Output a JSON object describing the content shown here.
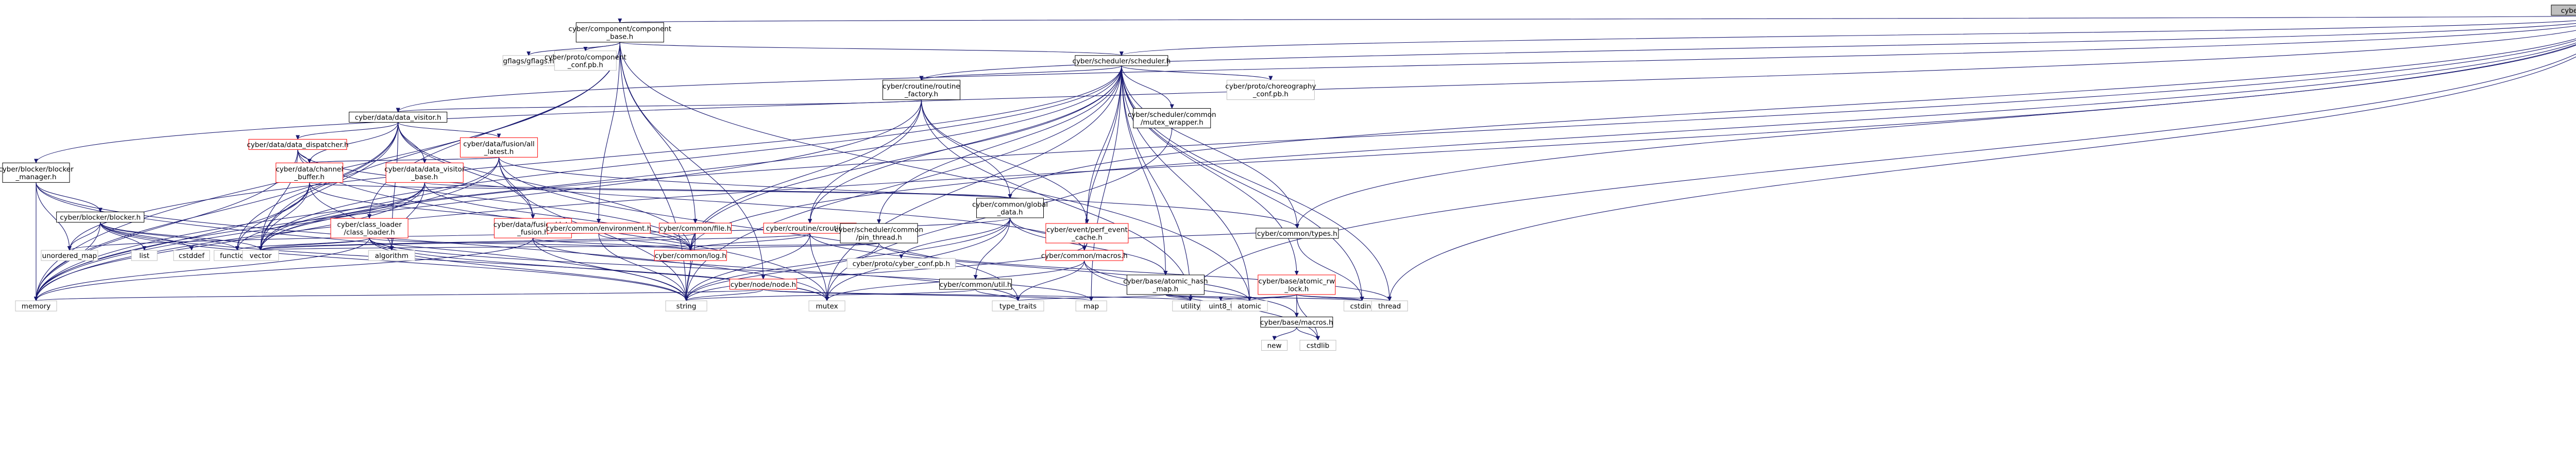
{
  "colors": {
    "edge": "#191970",
    "node_border_default": "#000000",
    "node_border_linked": "#ff0000",
    "node_border_external": "#bfbfbf",
    "node_fill_default": "#ffffff",
    "node_fill_root": "#bfbfbf"
  },
  "nodes": [
    {
      "id": "component",
      "lines": [
        "cyber/component/component.h"
      ],
      "style": "root"
    },
    {
      "id": "component_base",
      "lines": [
        "cyber/component/component",
        "_base.h"
      ],
      "style": "normal"
    },
    {
      "id": "scheduler",
      "lines": [
        "cyber/scheduler/scheduler.h"
      ],
      "style": "normal"
    },
    {
      "id": "gflags",
      "lines": [
        "gflags/gflags.h"
      ],
      "style": "external"
    },
    {
      "id": "comp_conf_pb",
      "lines": [
        "cyber/proto/component",
        "_conf.pb.h"
      ],
      "style": "external"
    },
    {
      "id": "routine_factory",
      "lines": [
        "cyber/croutine/routine",
        "_factory.h"
      ],
      "style": "normal"
    },
    {
      "id": "choreo_pb",
      "lines": [
        "cyber/proto/choreography",
        "_conf.pb.h"
      ],
      "style": "external"
    },
    {
      "id": "mutex_wrapper",
      "lines": [
        "cyber/scheduler/common",
        "/mutex_wrapper.h"
      ],
      "style": "normal"
    },
    {
      "id": "data_visitor",
      "lines": [
        "cyber/data/data_visitor.h"
      ],
      "style": "normal"
    },
    {
      "id": "blocker_manager",
      "lines": [
        "cyber/blocker/blocker",
        "_manager.h"
      ],
      "style": "normal"
    },
    {
      "id": "data_dispatcher",
      "lines": [
        "cyber/data/data_dispatcher.h"
      ],
      "style": "linked"
    },
    {
      "id": "all_latest",
      "lines": [
        "cyber/data/fusion/all",
        "_latest.h"
      ],
      "style": "linked"
    },
    {
      "id": "channel_buffer",
      "lines": [
        "cyber/data/channel",
        "_buffer.h"
      ],
      "style": "linked"
    },
    {
      "id": "data_visitor_base",
      "lines": [
        "cyber/data/data_visitor",
        "_base.h"
      ],
      "style": "linked"
    },
    {
      "id": "blocker",
      "lines": [
        "cyber/blocker/blocker.h"
      ],
      "style": "normal"
    },
    {
      "id": "class_loader",
      "lines": [
        "cyber/class_loader",
        "/class_loader.h"
      ],
      "style": "linked"
    },
    {
      "id": "data_fusion",
      "lines": [
        "cyber/data/fusion/data",
        "_fusion.h"
      ],
      "style": "linked"
    },
    {
      "id": "environment",
      "lines": [
        "cyber/common/environment.h"
      ],
      "style": "linked"
    },
    {
      "id": "common_file",
      "lines": [
        "cyber/common/file.h"
      ],
      "style": "linked"
    },
    {
      "id": "croutine",
      "lines": [
        "cyber/croutine/croutine.h"
      ],
      "style": "linked"
    },
    {
      "id": "pin_thread",
      "lines": [
        "cyber/scheduler/common",
        "/pin_thread.h"
      ],
      "style": "normal"
    },
    {
      "id": "global_data",
      "lines": [
        "cyber/common/global",
        "_data.h"
      ],
      "style": "normal"
    },
    {
      "id": "perf_event",
      "lines": [
        "cyber/event/perf_event",
        "_cache.h"
      ],
      "style": "linked"
    },
    {
      "id": "common_types",
      "lines": [
        "cyber/common/types.h"
      ],
      "style": "normal"
    },
    {
      "id": "common_log",
      "lines": [
        "cyber/common/log.h"
      ],
      "style": "linked"
    },
    {
      "id": "common_util",
      "lines": [
        "cyber/common/util.h"
      ],
      "style": "normal"
    },
    {
      "id": "node",
      "lines": [
        "cyber/node/node.h"
      ],
      "style": "linked"
    },
    {
      "id": "cyber_conf_pb",
      "lines": [
        "cyber/proto/cyber_conf.pb.h"
      ],
      "style": "external"
    },
    {
      "id": "common_macros",
      "lines": [
        "cyber/common/macros.h"
      ],
      "style": "linked"
    },
    {
      "id": "atomic_hash_map",
      "lines": [
        "cyber/base/atomic_hash",
        "_map.h"
      ],
      "style": "normal"
    },
    {
      "id": "atomic_rw_lock",
      "lines": [
        "cyber/base/atomic_rw",
        "_lock.h"
      ],
      "style": "linked"
    },
    {
      "id": "base_macros",
      "lines": [
        "cyber/base/macros.h"
      ],
      "style": "normal"
    },
    {
      "id": "unordered_map",
      "lines": [
        "unordered_map"
      ],
      "style": "external"
    },
    {
      "id": "list",
      "lines": [
        "list"
      ],
      "style": "external"
    },
    {
      "id": "cstddef",
      "lines": [
        "cstddef"
      ],
      "style": "external"
    },
    {
      "id": "functional",
      "lines": [
        "functional"
      ],
      "style": "external"
    },
    {
      "id": "vector",
      "lines": [
        "vector"
      ],
      "style": "external"
    },
    {
      "id": "algorithm",
      "lines": [
        "algorithm"
      ],
      "style": "external"
    },
    {
      "id": "memory",
      "lines": [
        "memory"
      ],
      "style": "external"
    },
    {
      "id": "string",
      "lines": [
        "string"
      ],
      "style": "external"
    },
    {
      "id": "mutex",
      "lines": [
        "mutex"
      ],
      "style": "external"
    },
    {
      "id": "type_traits",
      "lines": [
        "type_traits"
      ],
      "style": "external"
    },
    {
      "id": "map",
      "lines": [
        "map"
      ],
      "style": "external"
    },
    {
      "id": "utility",
      "lines": [
        "utility"
      ],
      "style": "external"
    },
    {
      "id": "uint8_t",
      "lines": [
        "uint8_t"
      ],
      "style": "external"
    },
    {
      "id": "atomic",
      "lines": [
        "atomic"
      ],
      "style": "external"
    },
    {
      "id": "cstdint",
      "lines": [
        "cstdint"
      ],
      "style": "external"
    },
    {
      "id": "thread",
      "lines": [
        "thread"
      ],
      "style": "external"
    },
    {
      "id": "new",
      "lines": [
        "new"
      ],
      "style": "external"
    },
    {
      "id": "cstdlib",
      "lines": [
        "cstdlib"
      ],
      "style": "external"
    }
  ],
  "edges": [
    [
      "component",
      "component_base"
    ],
    [
      "component",
      "scheduler"
    ],
    [
      "component",
      "routine_factory"
    ],
    [
      "component",
      "data_visitor"
    ],
    [
      "component",
      "blocker_manager"
    ],
    [
      "component",
      "global_data"
    ],
    [
      "component",
      "common_types"
    ],
    [
      "component",
      "common_log"
    ],
    [
      "component",
      "memory"
    ],
    [
      "component",
      "vector"
    ],
    [
      "component",
      "utility"
    ],
    [
      "component",
      "thread"
    ],
    [
      "component_base",
      "scheduler"
    ],
    [
      "component_base",
      "gflags"
    ],
    [
      "component_base",
      "comp_conf_pb"
    ],
    [
      "component_base",
      "environment"
    ],
    [
      "component_base",
      "common_file"
    ],
    [
      "component_base",
      "node"
    ],
    [
      "component_base",
      "class_loader"
    ],
    [
      "component_base",
      "memory"
    ],
    [
      "component_base",
      "vector"
    ],
    [
      "component_base",
      "string"
    ],
    [
      "component_base",
      "atomic"
    ],
    [
      "scheduler",
      "routine_factory"
    ],
    [
      "scheduler",
      "choreo_pb"
    ],
    [
      "scheduler",
      "mutex_wrapper"
    ],
    [
      "scheduler",
      "croutine"
    ],
    [
      "scheduler",
      "pin_thread"
    ],
    [
      "scheduler",
      "perf_event"
    ],
    [
      "scheduler",
      "common_types"
    ],
    [
      "scheduler",
      "common_log"
    ],
    [
      "scheduler",
      "common_macros"
    ],
    [
      "scheduler",
      "atomic_hash_map"
    ],
    [
      "scheduler",
      "atomic_rw_lock"
    ],
    [
      "scheduler",
      "unordered_map"
    ],
    [
      "scheduler",
      "memory"
    ],
    [
      "scheduler",
      "string"
    ],
    [
      "scheduler",
      "vector"
    ],
    [
      "scheduler",
      "map"
    ],
    [
      "scheduler",
      "atomic"
    ],
    [
      "scheduler",
      "thread"
    ],
    [
      "scheduler",
      "utility"
    ],
    [
      "scheduler",
      "cstdint"
    ],
    [
      "scheduler",
      "mutex"
    ],
    [
      "routine_factory",
      "data_visitor"
    ],
    [
      "routine_factory",
      "croutine"
    ],
    [
      "routine_factory",
      "global_data"
    ],
    [
      "routine_factory",
      "common_log"
    ],
    [
      "routine_factory",
      "perf_event"
    ],
    [
      "routine_factory",
      "memory"
    ],
    [
      "routine_factory",
      "utility"
    ],
    [
      "mutex_wrapper",
      "mutex"
    ],
    [
      "data_visitor",
      "data_dispatcher"
    ],
    [
      "data_visitor",
      "all_latest"
    ],
    [
      "data_visitor",
      "channel_buffer"
    ],
    [
      "data_visitor",
      "data_visitor_base"
    ],
    [
      "data_visitor",
      "data_fusion"
    ],
    [
      "data_visitor",
      "common_log"
    ],
    [
      "data_visitor",
      "algorithm"
    ],
    [
      "data_visitor",
      "functional"
    ],
    [
      "data_visitor",
      "memory"
    ],
    [
      "data_visitor",
      "vector"
    ],
    [
      "blocker_manager",
      "blocker"
    ],
    [
      "blocker_manager",
      "memory"
    ],
    [
      "blocker_manager",
      "string"
    ],
    [
      "blocker_manager",
      "unordered_map"
    ],
    [
      "blocker_manager",
      "mutex"
    ],
    [
      "data_dispatcher",
      "channel_buffer"
    ],
    [
      "data_dispatcher",
      "common_log"
    ],
    [
      "data_dispatcher",
      "common_macros"
    ],
    [
      "data_dispatcher",
      "memory"
    ],
    [
      "data_dispatcher",
      "mutex"
    ],
    [
      "data_dispatcher",
      "vector"
    ],
    [
      "all_latest",
      "channel_buffer"
    ],
    [
      "all_latest",
      "data_fusion"
    ],
    [
      "all_latest",
      "common_types"
    ],
    [
      "all_latest",
      "string"
    ],
    [
      "all_latest",
      "memory"
    ],
    [
      "all_latest",
      "vector"
    ],
    [
      "all_latest",
      "type_traits"
    ],
    [
      "channel_buffer",
      "global_data"
    ],
    [
      "channel_buffer",
      "common_log"
    ],
    [
      "channel_buffer",
      "algorithm"
    ],
    [
      "channel_buffer",
      "functional"
    ],
    [
      "channel_buffer",
      "memory"
    ],
    [
      "channel_buffer",
      "vector"
    ],
    [
      "data_visitor_base",
      "global_data"
    ],
    [
      "data_visitor_base",
      "common_log"
    ],
    [
      "data_visitor_base",
      "algorithm"
    ],
    [
      "data_visitor_base",
      "functional"
    ],
    [
      "data_visitor_base",
      "memory"
    ],
    [
      "data_visitor_base",
      "vector"
    ],
    [
      "blocker",
      "list"
    ],
    [
      "blocker",
      "cstddef"
    ],
    [
      "blocker",
      "functional"
    ],
    [
      "blocker",
      "memory"
    ],
    [
      "blocker",
      "unordered_map"
    ],
    [
      "blocker",
      "string"
    ],
    [
      "blocker",
      "vector"
    ],
    [
      "blocker",
      "mutex"
    ],
    [
      "class_loader",
      "common_log"
    ],
    [
      "class_loader",
      "algorithm"
    ],
    [
      "class_loader",
      "functional"
    ],
    [
      "class_loader",
      "memory"
    ],
    [
      "class_loader",
      "vector"
    ],
    [
      "class_loader",
      "string"
    ],
    [
      "class_loader",
      "mutex"
    ],
    [
      "class_loader",
      "map"
    ],
    [
      "data_fusion",
      "common_log"
    ],
    [
      "data_fusion",
      "string"
    ],
    [
      "data_fusion",
      "memory"
    ],
    [
      "data_fusion",
      "type_traits"
    ],
    [
      "environment",
      "common_log"
    ],
    [
      "environment",
      "string"
    ],
    [
      "common_file",
      "common_log"
    ],
    [
      "common_file",
      "vector"
    ],
    [
      "common_file",
      "string"
    ],
    [
      "croutine",
      "common_log"
    ],
    [
      "croutine",
      "vector"
    ],
    [
      "croutine",
      "atomic"
    ],
    [
      "croutine",
      "mutex"
    ],
    [
      "croutine",
      "string"
    ],
    [
      "pin_thread",
      "common_log"
    ],
    [
      "pin_thread",
      "vector"
    ],
    [
      "pin_thread",
      "thread"
    ],
    [
      "pin_thread",
      "string"
    ],
    [
      "global_data",
      "cyber_conf_pb"
    ],
    [
      "global_data",
      "common_macros"
    ],
    [
      "global_data",
      "common_util"
    ],
    [
      "global_data",
      "atomic_hash_map"
    ],
    [
      "global_data",
      "unordered_map"
    ],
    [
      "global_data",
      "string"
    ],
    [
      "global_data",
      "mutex"
    ],
    [
      "perf_event",
      "common_macros"
    ],
    [
      "perf_event",
      "string"
    ],
    [
      "perf_event",
      "common_types"
    ],
    [
      "common_types",
      "cstdint"
    ],
    [
      "common_log",
      "string"
    ],
    [
      "common_util",
      "string"
    ],
    [
      "common_util",
      "type_traits"
    ],
    [
      "node",
      "map"
    ],
    [
      "node",
      "memory"
    ],
    [
      "node",
      "string"
    ],
    [
      "node",
      "utility"
    ],
    [
      "common_macros",
      "base_macros"
    ],
    [
      "common_macros",
      "cstdlib"
    ],
    [
      "common_macros",
      "iostream"
    ],
    [
      "common_macros",
      "mutex"
    ],
    [
      "common_macros",
      "type_traits"
    ],
    [
      "atomic_hash_map",
      "atomic"
    ],
    [
      "atomic_hash_map",
      "cstdint"
    ],
    [
      "atomic_hash_map",
      "type_traits"
    ],
    [
      "atomic_hash_map",
      "utility"
    ],
    [
      "atomic_rw_lock",
      "base_macros"
    ],
    [
      "atomic_rw_lock",
      "atomic"
    ],
    [
      "atomic_rw_lock",
      "cstdint"
    ],
    [
      "atomic_rw_lock",
      "cstdlib"
    ],
    [
      "atomic_rw_lock",
      "thread"
    ],
    [
      "atomic_rw_lock",
      "uint8_t"
    ],
    [
      "base_macros",
      "new"
    ],
    [
      "base_macros",
      "cstdlib"
    ]
  ]
}
